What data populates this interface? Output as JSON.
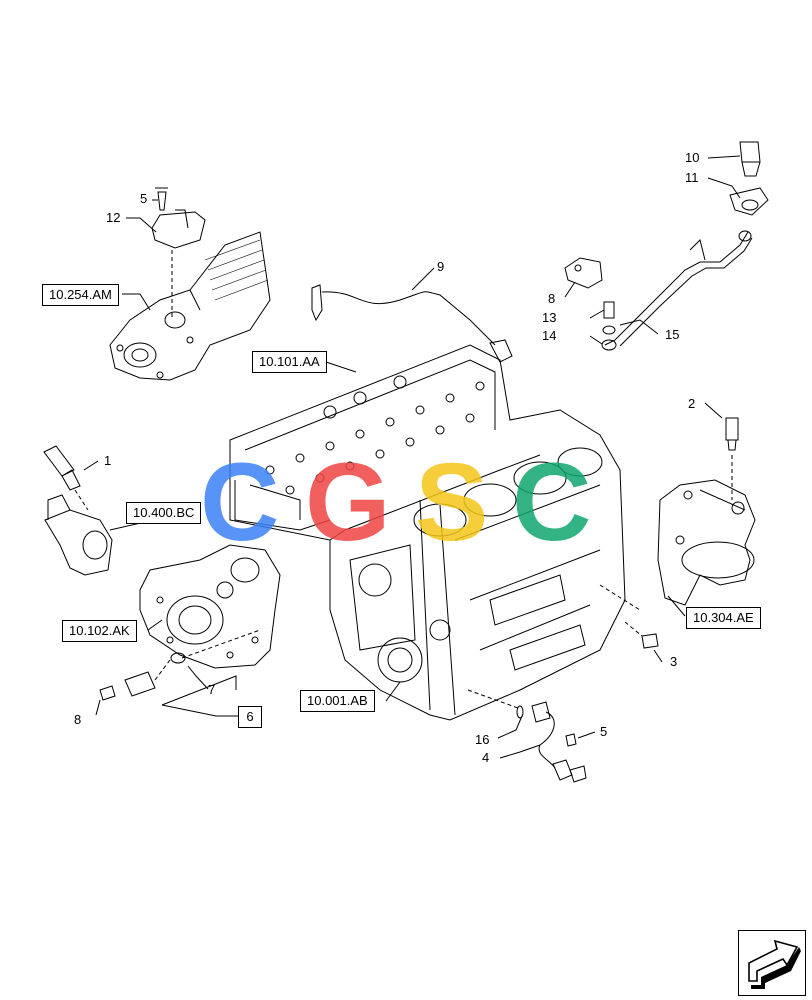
{
  "callouts": {
    "c1": "1",
    "c2": "2",
    "c3": "3",
    "c4": "4",
    "c5a": "5",
    "c5b": "5",
    "c6": "6",
    "c7": "7",
    "c8a": "8",
    "c8b": "8",
    "c9": "9",
    "c10": "10",
    "c11": "11",
    "c12": "12",
    "c13": "13",
    "c14": "14",
    "c15": "15",
    "c16": "16"
  },
  "references": {
    "r_254_am": "10.254.AM",
    "r_101_aa": "10.101.AA",
    "r_400_bc": "10.400.BC",
    "r_102_ak": "10.102.AK",
    "r_001_ab": "10.001.AB",
    "r_304_ae": "10.304.AE"
  },
  "watermark": {
    "text": "CGSC",
    "colors": [
      "#3b82f6",
      "#ef4444",
      "#f5c518",
      "#10a66e"
    ]
  },
  "icons": {
    "nav": "next-page-arrow-icon"
  }
}
